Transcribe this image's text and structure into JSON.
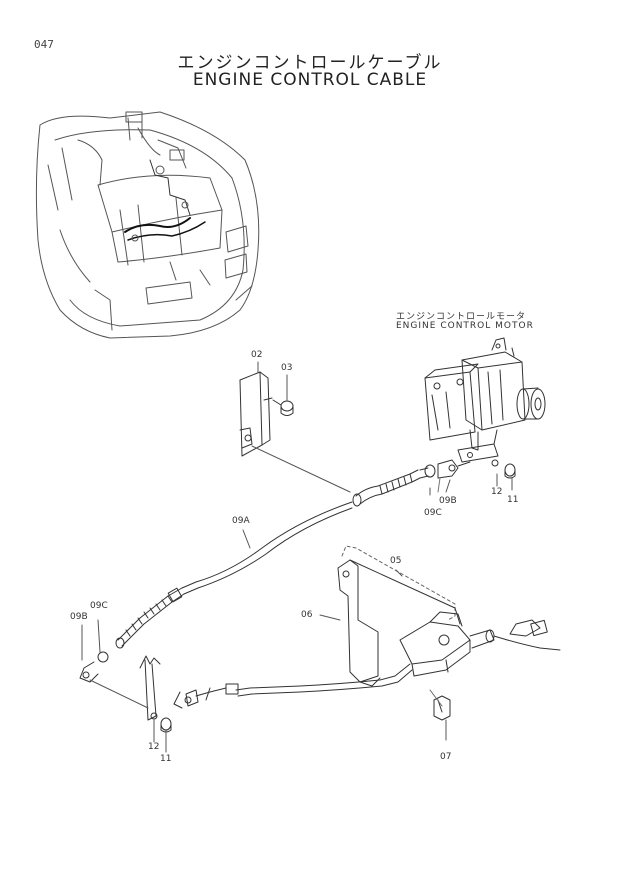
{
  "page_number": "047",
  "title": {
    "japanese": "エンジンコントロールケーブル",
    "english": "ENGINE CONTROL CABLE"
  },
  "callout": {
    "japanese": "エンジンコントロールモータ",
    "english": "ENGINE CONTROL MOTOR"
  },
  "part_labels": {
    "p02": "02",
    "p03": "03",
    "p05": "05",
    "p06": "06",
    "p07": "07",
    "p09a": "09A",
    "p09b_right": "09B",
    "p09c_right": "09C",
    "p12_right": "12",
    "p11_right": "11",
    "p09b_left": "09B",
    "p09c_left": "09C",
    "p12_left": "12",
    "p11_left": "11"
  }
}
